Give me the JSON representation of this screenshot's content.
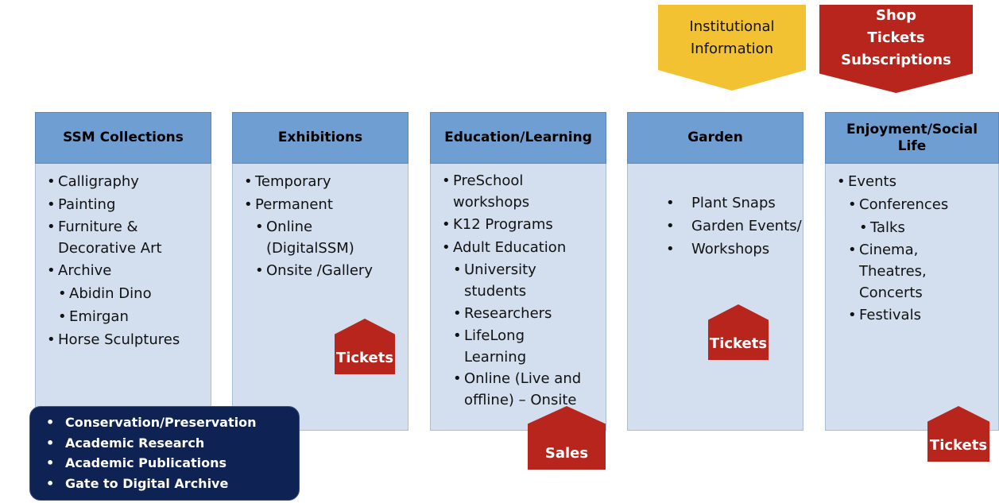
{
  "banners": {
    "institutional": [
      "Institutional",
      "Information"
    ],
    "shop": [
      "Shop",
      "Tickets",
      "Subscriptions"
    ]
  },
  "columns": {
    "collections": {
      "title": "SSM Collections",
      "items": [
        "Calligraphy",
        "Painting",
        "Furniture &",
        "Decorative Art",
        "Archive",
        "Abidin Dino",
        "Emirgan",
        "Horse Sculptures"
      ]
    },
    "exhibitions": {
      "title": "Exhibitions",
      "items": [
        "Temporary",
        "Permanent",
        "Online",
        "(DigitalSSM)",
        "Onsite /Gallery"
      ],
      "badge": "Tickets"
    },
    "education": {
      "title": "Education/Learning",
      "items": [
        "PreSchool",
        "workshops",
        "K12 Programs",
        "Adult Education",
        "University",
        "students",
        "Researchers",
        "LifeLong",
        "Learning",
        "Online (Live and",
        "offline) – Onsite"
      ],
      "badge": "Sales"
    },
    "garden": {
      "title": "Garden",
      "items": [
        "Plant Snaps",
        "Garden Events/",
        "Workshops"
      ],
      "badge": "Tickets"
    },
    "enjoyment": {
      "title": [
        "Enjoyment/Social",
        "Life"
      ],
      "items": [
        "Events",
        "Conferences",
        "Talks",
        "Cinema,",
        "Theatres,",
        "Concerts",
        "Festivals"
      ],
      "badge": "Tickets"
    }
  },
  "bottom_box": {
    "items": [
      "Conservation/Preservation",
      "Academic Research",
      "Academic Publications",
      "Gate to Digital Archive"
    ]
  },
  "colors": {
    "header_blue": "#6f9ed3",
    "body_blue": "#d3dfef",
    "ticket_red": "#b7251c",
    "info_yellow": "#f2c233",
    "navy": "#0e2353"
  }
}
